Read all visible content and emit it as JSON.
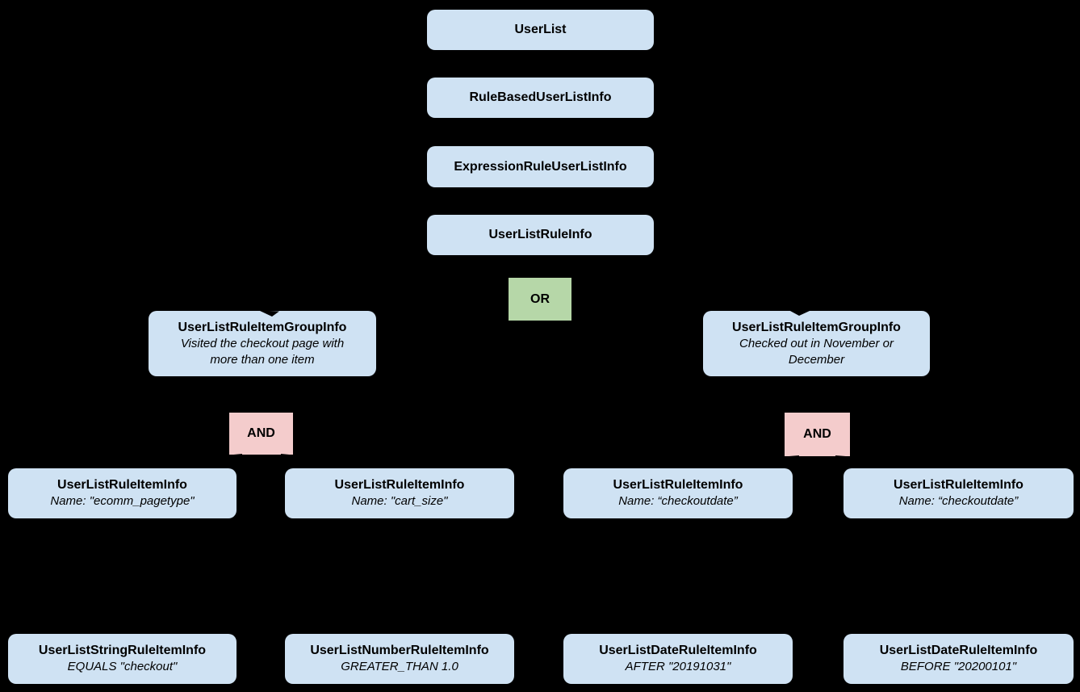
{
  "background": "#000000",
  "colors": {
    "class_box": "#cfe2f3",
    "or_box": "#b6d7a8",
    "and_box": "#f4cccc",
    "text": "#000000"
  },
  "diagram": {
    "user_list": {
      "label": "UserList"
    },
    "rule_based_user_list_info": {
      "label": "RuleBasedUserListInfo"
    },
    "expression_rule_user_list_info": {
      "label": "ExpressionRuleUserListInfo"
    },
    "user_list_rule_info": {
      "label": "UserListRuleInfo"
    },
    "or_operator": {
      "label": "OR"
    },
    "and_operator_left": {
      "label": "AND"
    },
    "and_operator_right": {
      "label": "AND"
    },
    "group_left": {
      "label": "UserListRuleItemGroupInfo",
      "description": "Visited the checkout page with more than one item"
    },
    "group_right": {
      "label": "UserListRuleItemGroupInfo",
      "description": "Checked out in November or December"
    },
    "item_1": {
      "label": "UserListRuleItemInfo",
      "description": "Name: \"ecomm_pagetype\""
    },
    "item_2": {
      "label": "UserListRuleItemInfo",
      "description": "Name: \"cart_size\""
    },
    "item_3": {
      "label": "UserListRuleItemInfo",
      "description": "Name: “checkoutdate”"
    },
    "item_4": {
      "label": "UserListRuleItemInfo",
      "description": "Name: “checkoutdate”"
    },
    "leaf_1": {
      "label": "UserListStringRuleItemInfo",
      "description": "EQUALS \"checkout\""
    },
    "leaf_2": {
      "label": "UserListNumberRuleItemInfo",
      "description": "GREATER_THAN 1.0"
    },
    "leaf_3": {
      "label": "UserListDateRuleItemInfo",
      "description": "AFTER \"20191031\""
    },
    "leaf_4": {
      "label": "UserListDateRuleItemInfo",
      "description": "BEFORE \"20200101\""
    }
  }
}
